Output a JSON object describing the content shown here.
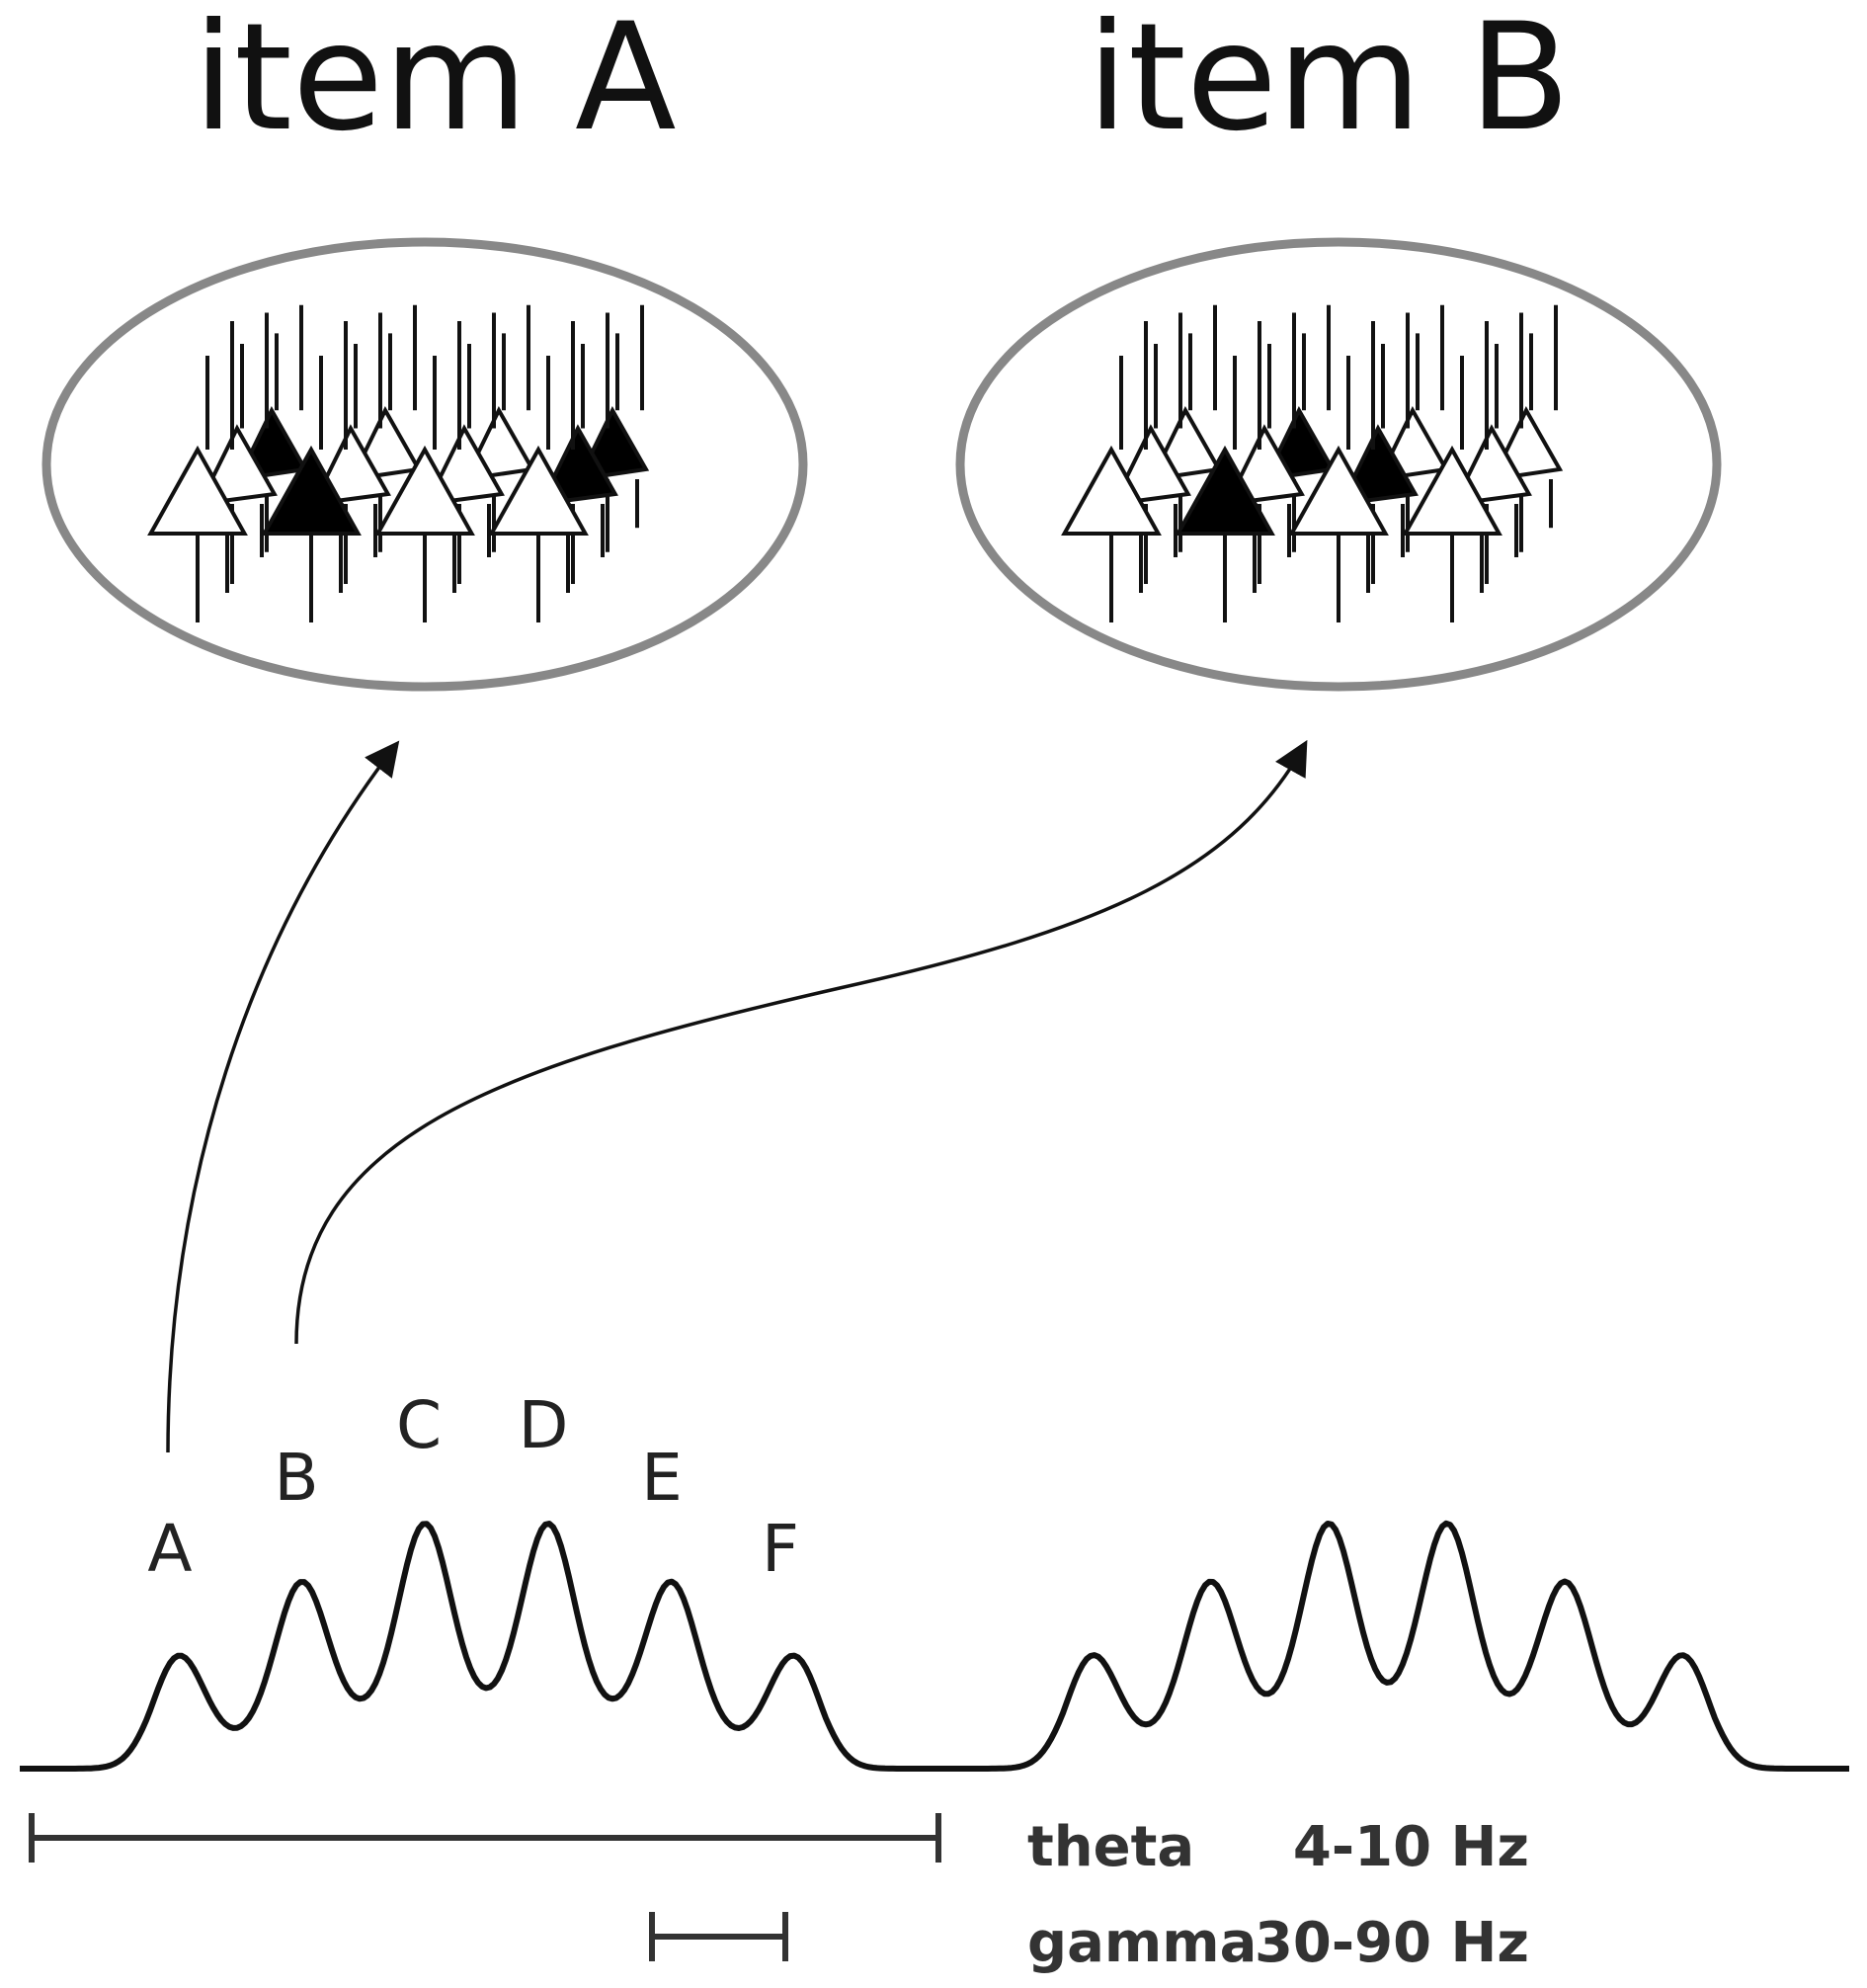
{
  "items": [
    {
      "title": "item A",
      "neurons": [
        "active",
        "inactive",
        "inactive",
        "active",
        "inactive",
        "inactive",
        "inactive",
        "active",
        "inactive",
        "active",
        "inactive",
        "inactive"
      ]
    },
    {
      "title": "item B",
      "neurons": [
        "inactive",
        "active",
        "inactive",
        "inactive",
        "inactive",
        "inactive",
        "active",
        "inactive",
        "inactive",
        "active",
        "inactive",
        "inactive"
      ]
    }
  ],
  "peak_labels": [
    "A",
    "B",
    "C",
    "D",
    "E",
    "F"
  ],
  "bands": [
    {
      "name": "theta",
      "range": "4-10 Hz"
    },
    {
      "name": "gamma",
      "range": "30-90 Hz"
    }
  ],
  "colors": {
    "ellipse": "#888888",
    "ink": "#111111",
    "active": "#000000",
    "inactive": "#ffffff"
  }
}
